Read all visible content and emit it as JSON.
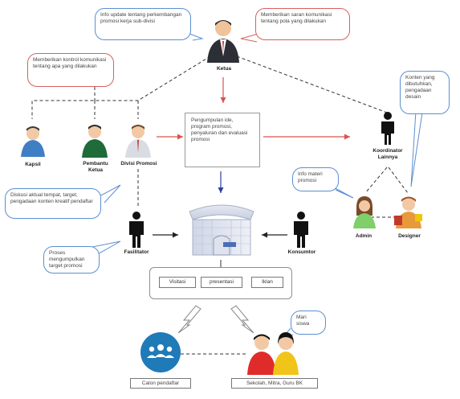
{
  "people": {
    "ketua": "Ketua",
    "kapsil": "Kapsil",
    "pembantu_ketua": "Pembantu Ketua",
    "divisi_promosi": "Divisi Promosi",
    "koordinator_lainnya": "Koordinator Lainnya",
    "fasilitator": "Fasilitator",
    "konsumtor": "Konsumtor",
    "admin": "Admin",
    "designer": "Designer"
  },
  "callouts": {
    "ketua_left": "Info update tentang perkembangan promosi kerja sub-divisi",
    "ketua_right": "Memberikan saran komunikasi tentang pola yang dilakukan",
    "pembantu": "Memberikan kontrol komunikasi tentang apa yang dilakukan",
    "divisi": "Diskusi aktual tempat, target, pengadaan konten kreatif pendaftar",
    "fasilitator": "Proses mengumpulkan target promosi",
    "admin": "Info materi promosi",
    "designer": "Konten yang dibutuhkan, pengadaan desain",
    "siswa": "Mari siswa"
  },
  "process_box": "Pengumpulan ide, program promosi, penyaluran dan evaluasi promosi",
  "channels": [
    "Visitasi",
    "presentasi",
    "Iklan"
  ],
  "captions": {
    "calon": "Calon pendaftar",
    "siswa": "Sekolah, Mitra, Guru BK"
  },
  "colors": {
    "red_arrow": "#d9534f",
    "blue_arrow": "#2c3e9c",
    "group_circle": "#1f7ab8",
    "callout_red": "#d95f5f",
    "callout_blue": "#5b8fd1"
  }
}
